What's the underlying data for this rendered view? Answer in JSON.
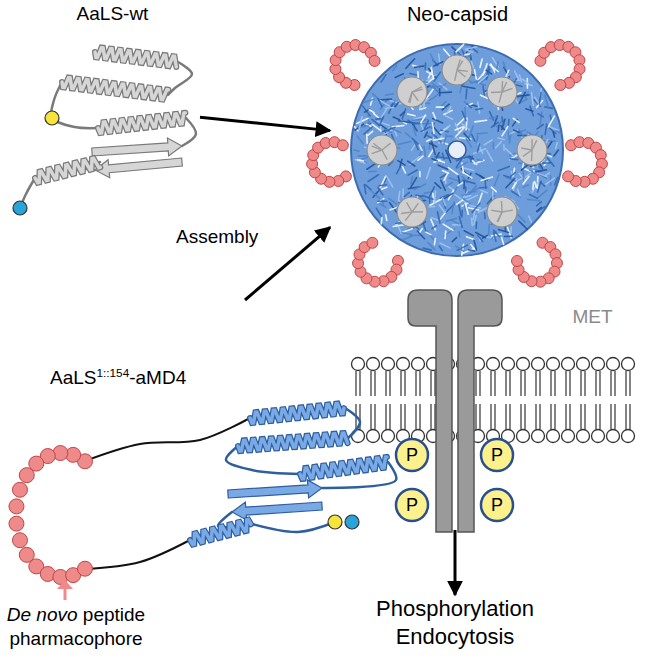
{
  "diagram": {
    "nodes": [
      {
        "text": [
          "AaLS-wt"
        ]
      },
      {
        "text": [
          "Neo-capsid"
        ]
      },
      {
        "text": [
          "AaLS1::154-aMD4"
        ]
      },
      {
        "text": [
          "MET"
        ]
      },
      {
        "text": [
          "P"
        ]
      },
      {
        "text": [
          "P"
        ]
      },
      {
        "text": [
          "P"
        ]
      },
      {
        "text": [
          "P"
        ]
      },
      {
        "text": [
          "Phosphorylation Endocytosis"
        ]
      }
    ],
    "edges": [
      {
        "from": 0,
        "to": 1,
        "arrow": "to"
      },
      {
        "from": 2,
        "to": 1,
        "arrow": "to"
      },
      {
        "from": 3,
        "to": 8,
        "arrow": "to"
      }
    ],
    "labels": [
      "Assembly",
      "De novo peptide pharmacophore"
    ]
  }
}
